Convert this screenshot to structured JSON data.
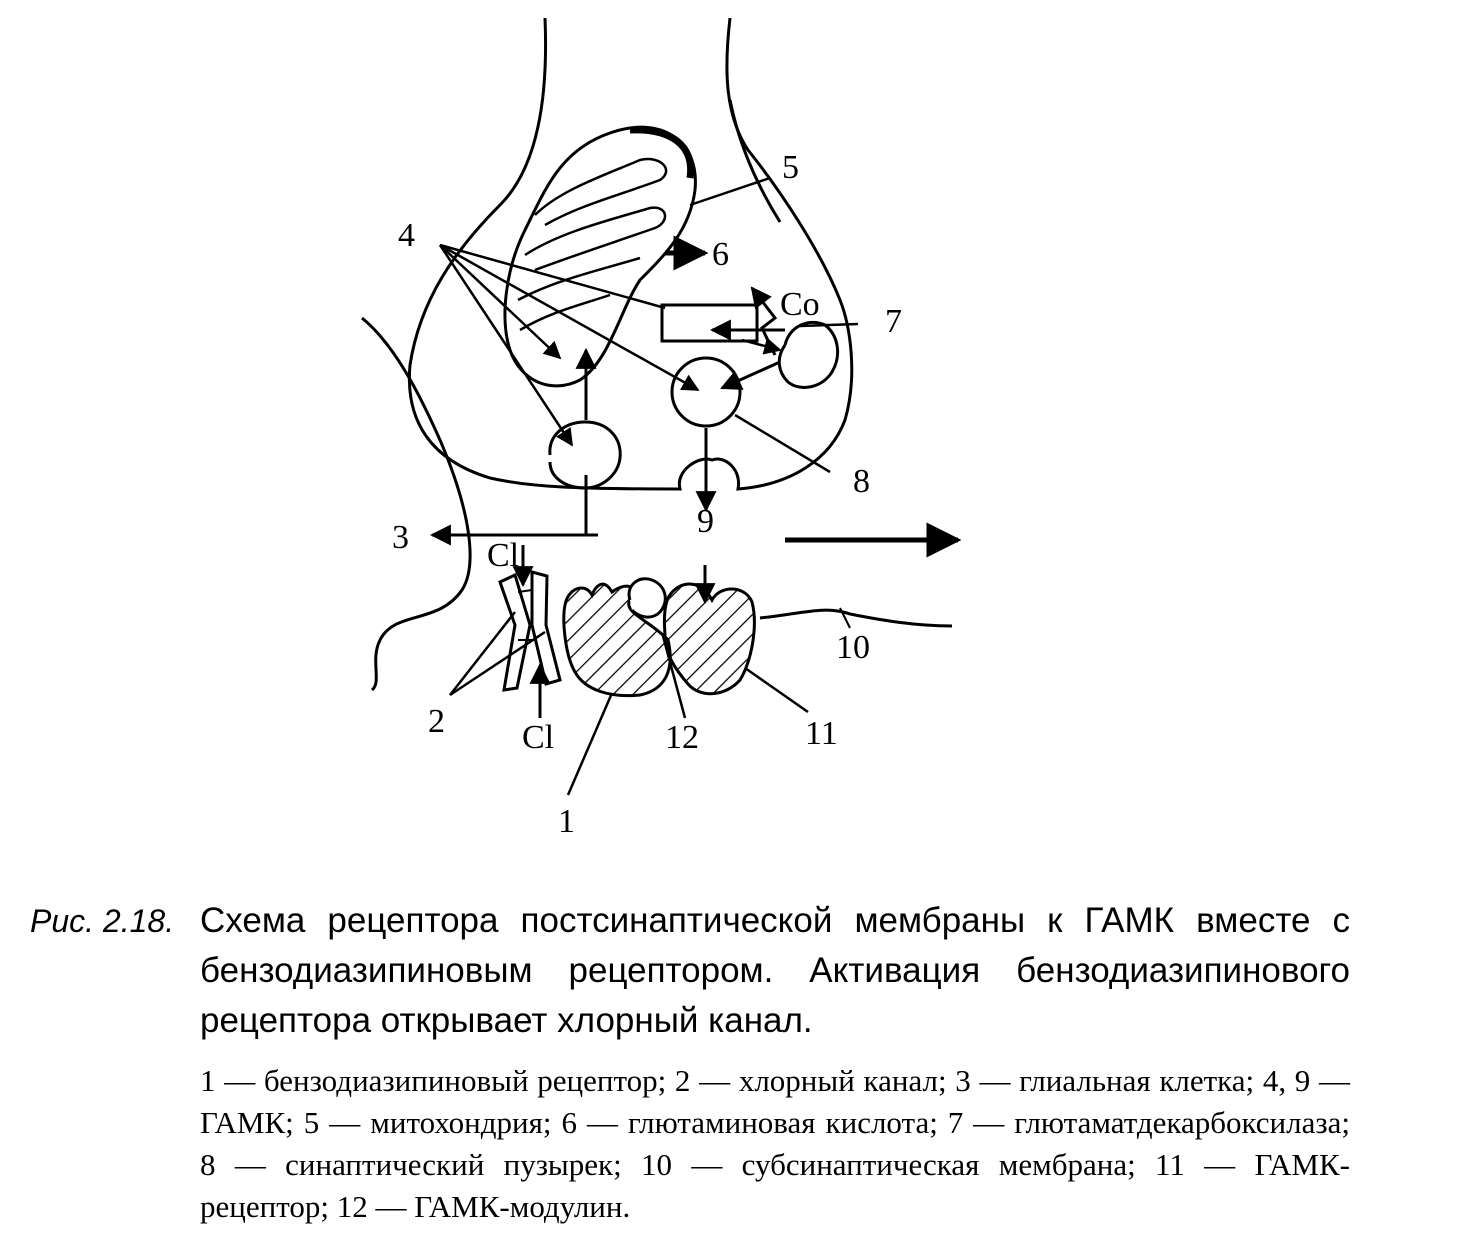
{
  "labels": {
    "n1": "1",
    "n2": "2",
    "n3": "3",
    "n4": "4",
    "n5": "5",
    "n6": "6",
    "n7": "7",
    "n8": "8",
    "n9": "9",
    "n10": "10",
    "n11": "11",
    "n12": "12",
    "co": "Co",
    "cl_top": "Cl",
    "cl_bottom": "Cl"
  },
  "caption": {
    "figure_number": "Рис. 2.18.",
    "title": "Схема рецептора постсинаптической мембраны к ГАМК вместе с бензодиазипиновым рецептором. Активация бензодиазипинового рецептора открывает хлорный канал.",
    "legend": "1 — бензодиазипиновый рецептор; 2 — хлорный канал; 3 — глиальная клетка; 4, 9 — ГАМК; 5 — митохондрия; 6 — глютаминовая кислота; 7 — глютаматдекарбоксилаза; 8 — синаптический пузырек; 10 — субсинаптическая мембрана; 11 — ГАМК-рецептор; 12 — ГАМК-модулин."
  }
}
